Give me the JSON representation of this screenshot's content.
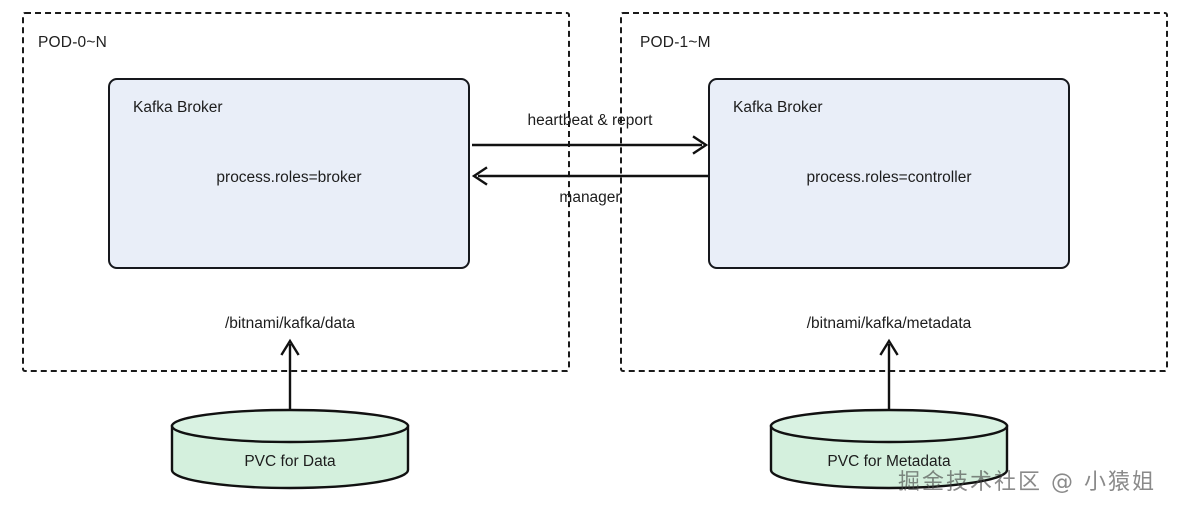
{
  "diagram": {
    "title": "Kafka KRaft on Kubernetes - broker and controller pods with PVC storage",
    "colors": {
      "background": "#ffffff",
      "broker_fill": "#e9eef8",
      "broker_stroke": "#16181d",
      "pvc_fill": "#d4f0dd",
      "pvc_stroke": "#111111",
      "pod_border": "#1a1a1a",
      "text": "#1d1d1d"
    },
    "pods": [
      {
        "id": "pod-broker",
        "label": "POD-0~N",
        "broker": {
          "title": "Kafka Broker",
          "roles": "process.roles=broker"
        },
        "mount_path": "/bitnami/kafka/data",
        "storage": "PVC for Data"
      },
      {
        "id": "pod-controller",
        "label": "POD-1~M",
        "broker": {
          "title": "Kafka Broker",
          "roles": "process.roles=controller"
        },
        "mount_path": "/bitnami/kafka/metadata",
        "storage": "PVC for Metadata"
      }
    ],
    "edges": [
      {
        "id": "edge-heartbeat",
        "label": "heartbeat & report",
        "direction": "broker-to-controller",
        "arrow": "right"
      },
      {
        "id": "edge-manager",
        "label": "manager",
        "direction": "controller-to-broker",
        "arrow": "left"
      }
    ],
    "watermark": "掘金技术社区 @ 小猿姐"
  }
}
